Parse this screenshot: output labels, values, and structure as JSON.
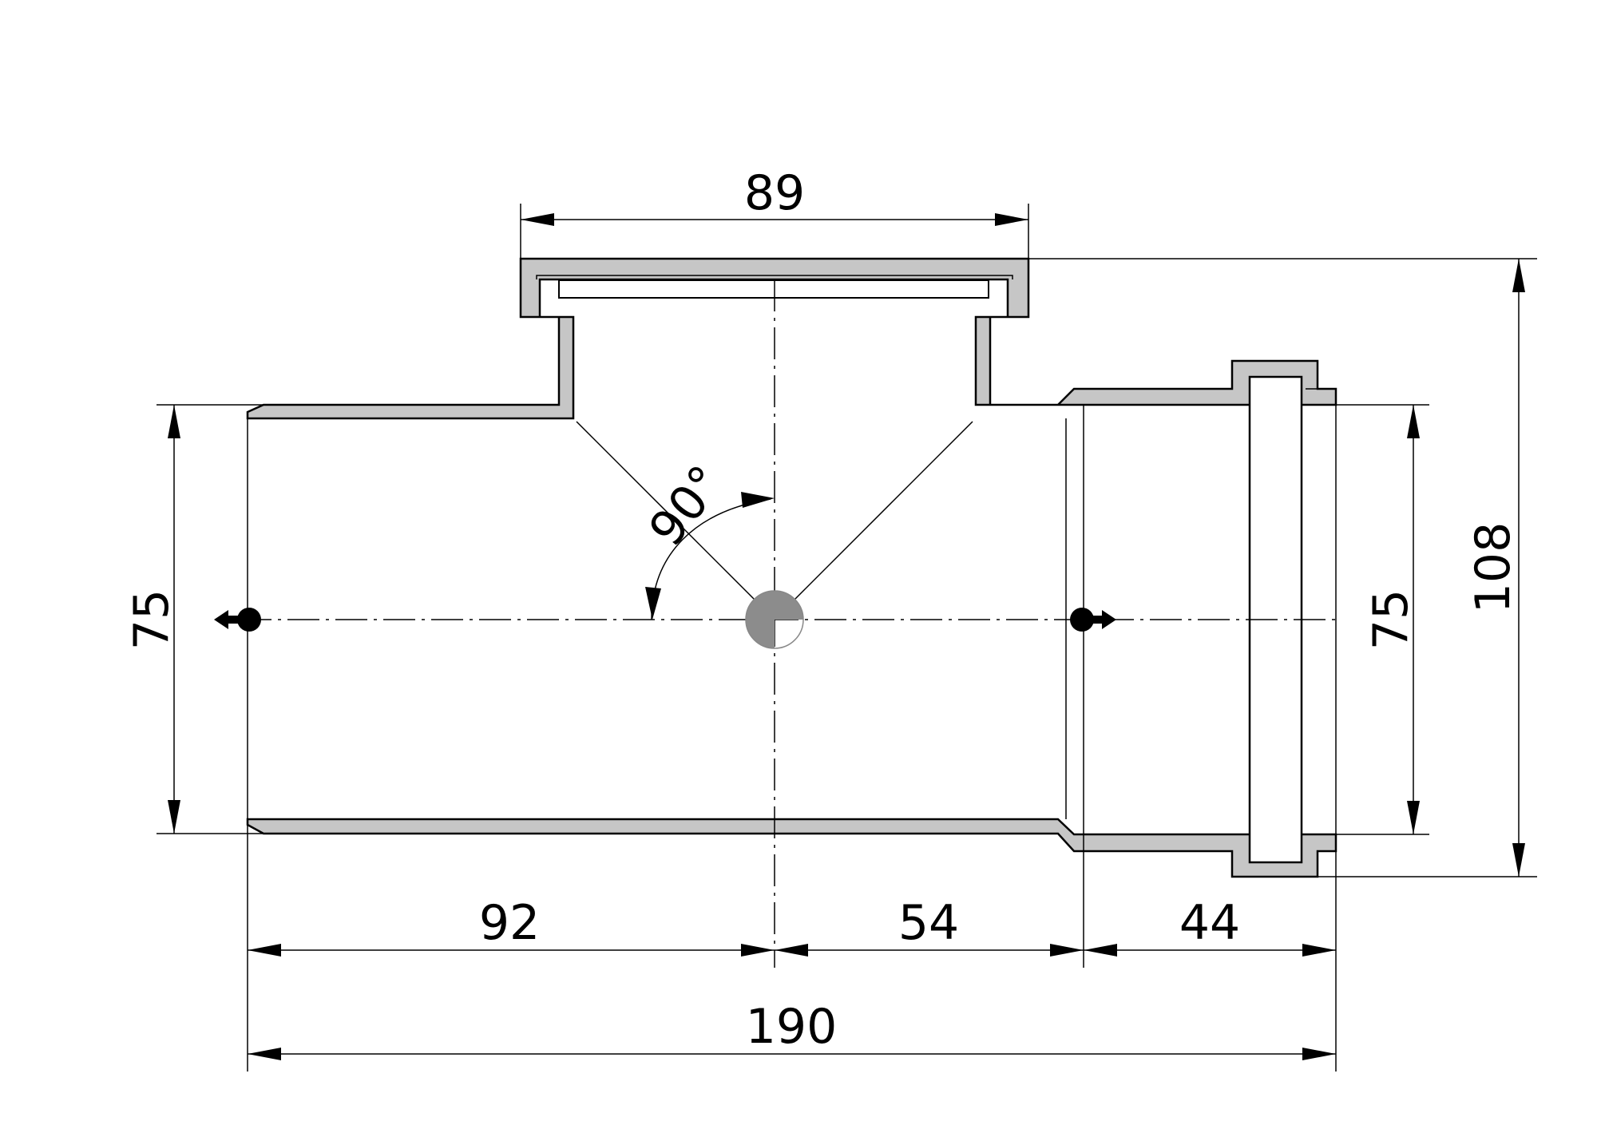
{
  "dimensions": {
    "top_opening_width": "89",
    "overall_height": "108",
    "left_pipe_diameter": "75",
    "right_pipe_diameter": "75",
    "center_to_left_end": "92",
    "center_to_socket": "54",
    "socket_length": "44",
    "overall_length": "190",
    "branch_angle": "90°"
  },
  "colors": {
    "wall_fill": "#c6c6c6",
    "line": "#000000",
    "center_marker": "#8c8c8c"
  }
}
